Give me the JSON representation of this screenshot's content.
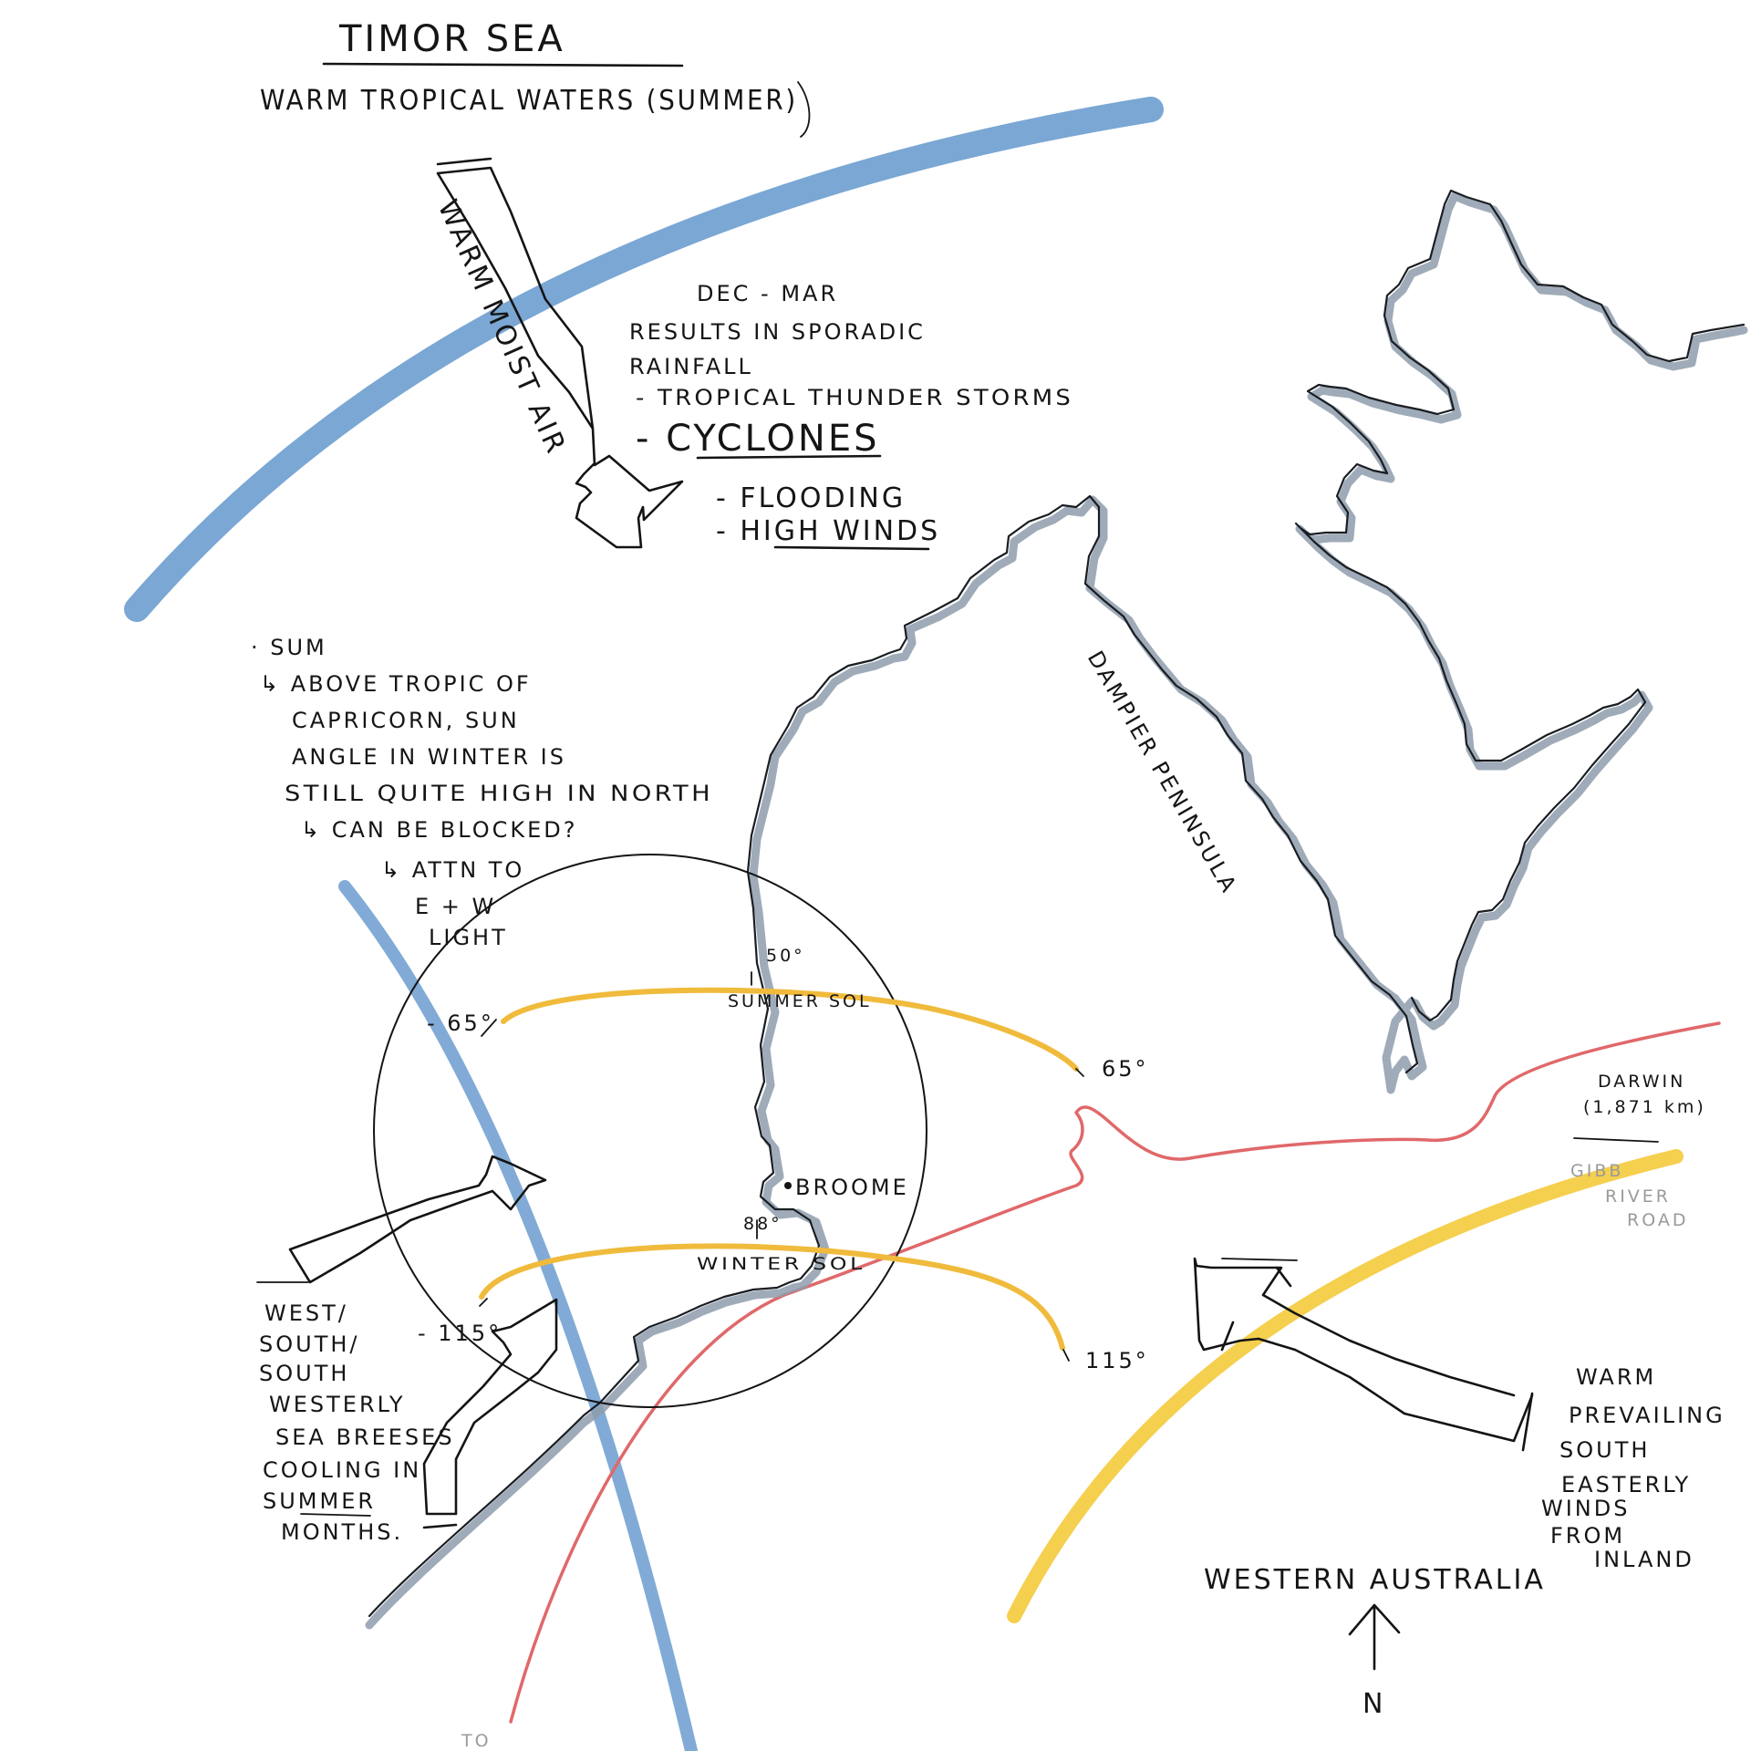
{
  "title": "TIMOR SEA",
  "subtitle": "WARM TROPICAL WATERS (SUMMER)",
  "arrow_warm_air_label": "WARM MOIST AIR",
  "summer_notes": {
    "period": "DEC - MAR",
    "line1": "RESULTS IN SPORADIC",
    "line2": "RAINFALL",
    "line3": "- TROPICAL THUNDER STORMS",
    "line4": "- CYCLONES",
    "line5": "- FLOODING",
    "line6": "- HIGH WINDS"
  },
  "sun_notes": {
    "line1": "· SUM",
    "line2": "↳ ABOVE TROPIC OF",
    "line3": "CAPRICORN, SUN",
    "line4": "ANGLE IN WINTER IS",
    "line5": "STILL QUITE HIGH IN NORTH",
    "line6": "↳ CAN BE BLOCKED?",
    "line7": "↳ ATTN TO",
    "line8": "E + W",
    "line9": "LIGHT"
  },
  "peninsula_label": "DAMPIER PENINSULA",
  "sun_path": {
    "summer_altitude": "50°",
    "summer_label": "SUMMER SOL",
    "summer_left": "- 65°",
    "summer_right": "65°",
    "winter_altitude": "88°",
    "winter_label": "WINTER SOL",
    "winter_left": "- 115°",
    "winter_right": "115°"
  },
  "town_label": "BROOME",
  "darwin_label": "DARWIN",
  "darwin_distance": "(1,871 km)",
  "road_label_1": "GIBB",
  "road_label_2": "RIVER",
  "road_label_3": "ROAD",
  "sea_breeze_notes": {
    "line1": "WEST/",
    "line2": "SOUTH/",
    "line3": "SOUTH",
    "line4": "WESTERLY",
    "line5": "SEA BREESES",
    "line6": "COOLING IN",
    "line7": "SUMMER",
    "line8": "MONTHS."
  },
  "inland_wind_notes": {
    "line1": "WARM",
    "line2": "PREVAILING",
    "line3": "SOUTH",
    "line4": "EASTERLY",
    "line5": "WINDS",
    "line6": "FROM",
    "line7": "INLAND"
  },
  "region_label": "WESTERN AUSTRALIA",
  "north_label": "N",
  "bottom_label": "TO",
  "colors": {
    "sea_blue": "#6f9fd0",
    "road_red": "#e0686a",
    "sun_yellow": "#f0bb3c",
    "wind_yellow": "#f4cc45",
    "coast_grey": "#8e9cab",
    "ink": "#141414"
  }
}
